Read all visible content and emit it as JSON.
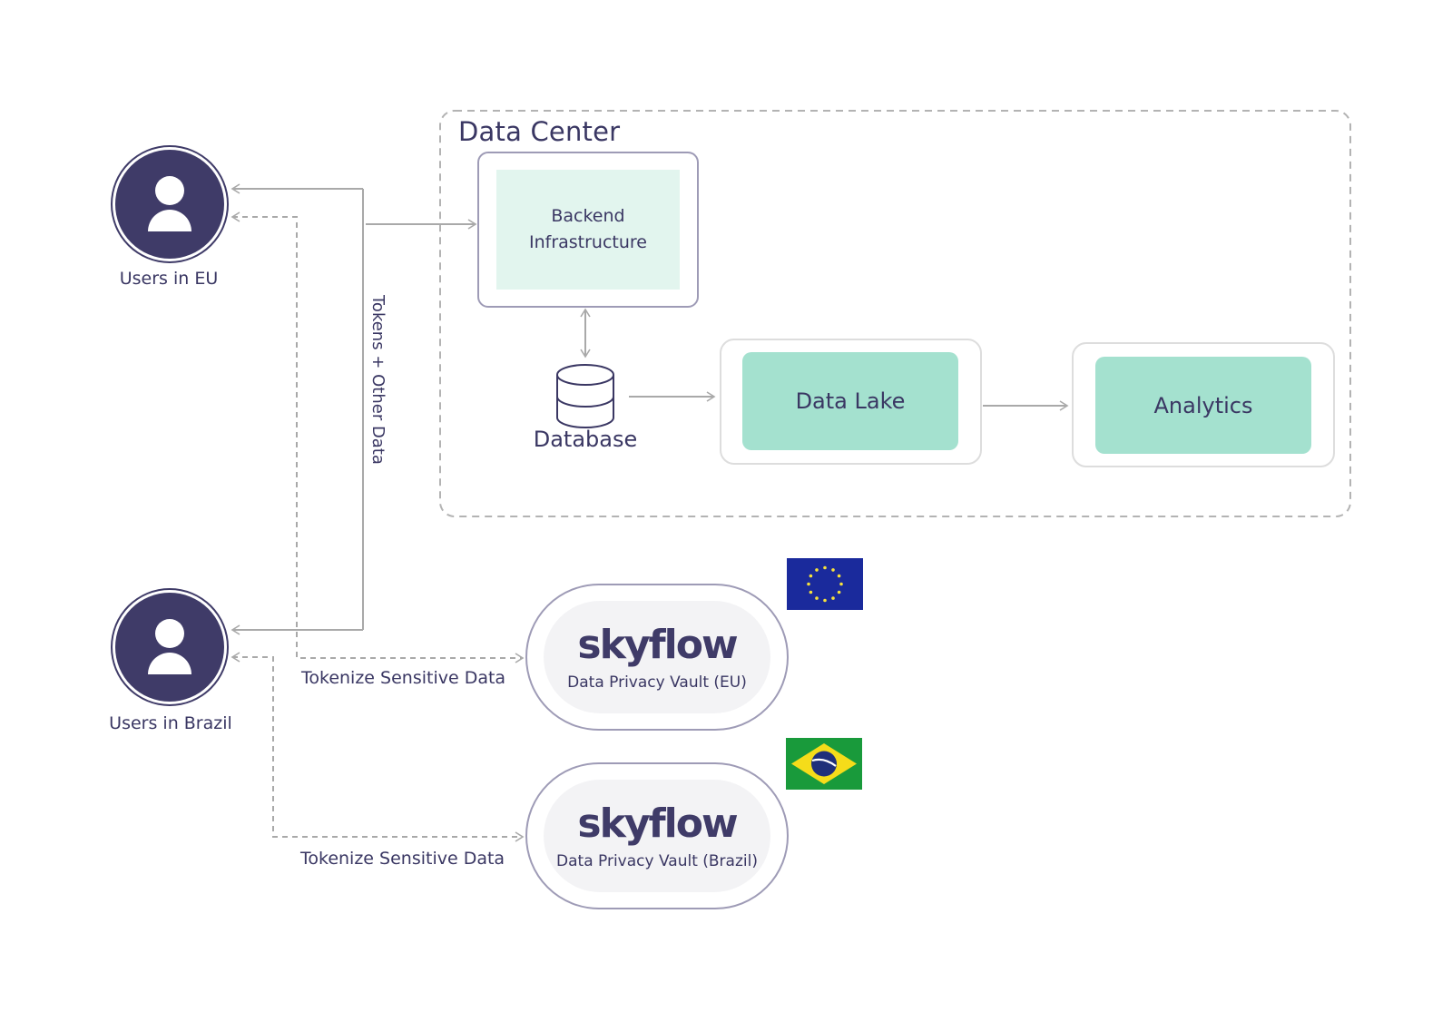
{
  "diagram": {
    "data_center": {
      "title": "Data Center",
      "backend": {
        "line1": "Backend",
        "line2": "Infrastructure"
      },
      "database": {
        "label": "Database",
        "icon": "database-cylinder-icon"
      },
      "data_lake": {
        "label": "Data Lake"
      },
      "analytics": {
        "label": "Analytics"
      }
    },
    "users": [
      {
        "label": "Users in EU",
        "icon": "user-icon"
      },
      {
        "label": "Users in Brazil",
        "icon": "user-icon"
      }
    ],
    "edges": {
      "tokens_other_data": "Tokens + Other Data",
      "tokenize_eu": "Tokenize Sensitive Data",
      "tokenize_brazil": "Tokenize Sensitive Data"
    },
    "vaults": [
      {
        "brand": "skyflow",
        "label": "Data Privacy Vault (EU)",
        "flag": "eu-flag-icon"
      },
      {
        "brand": "skyflow",
        "label": "Data Privacy Vault (Brazil)",
        "flag": "brazil-flag-icon"
      }
    ],
    "colors": {
      "navy": "#3f3b68",
      "mint": "#a4e1cf",
      "mint_light": "#e2f5ee",
      "connector": "#a9a9a9",
      "eu_blue": "#1a2a9c",
      "eu_star": "#f7e23b",
      "brazil_green": "#199a3b",
      "brazil_yellow": "#f5dc1a",
      "brazil_blue": "#1f2f7a"
    }
  }
}
